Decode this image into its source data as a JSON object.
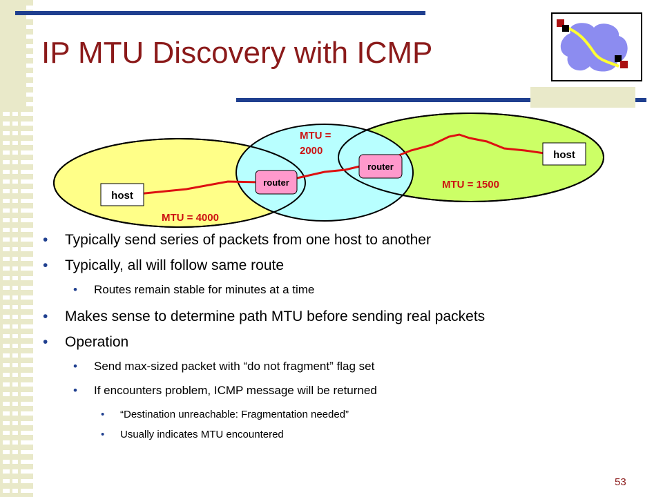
{
  "slide": {
    "title": "IP MTU Discovery with ICMP",
    "page_number": "53"
  },
  "diagram": {
    "host_left": "host",
    "host_right": "host",
    "router_left": "router",
    "router_right": "router",
    "mtu_left": "MTU = 4000",
    "mtu_middle_line1": "MTU =",
    "mtu_middle_line2": "2000",
    "mtu_right": "MTU = 1500"
  },
  "bullets": [
    {
      "text": "Typically send series of packets from one host to another",
      "level": 1
    },
    {
      "text": "Typically, all will follow same route",
      "level": 1
    },
    {
      "text": "Routes remain stable for minutes at a time",
      "level": 2
    },
    {
      "text": "Makes sense to determine path MTU before sending real packets",
      "level": 1
    },
    {
      "text": "Operation",
      "level": 1
    },
    {
      "text": "Send max-sized packet with “do not fragment” flag set",
      "level": 2
    },
    {
      "text": "If encounters problem, ICMP message will be returned",
      "level": 2
    },
    {
      "text": "“Destination unreachable: Fragmentation needed”",
      "level": 3
    },
    {
      "text": "Usually indicates MTU encountered",
      "level": 3
    }
  ],
  "colors": {
    "title": "#8b1a1a",
    "accent_bar": "#1f3f8f",
    "network_left": "#ffff88",
    "network_middle": "#b8ffff",
    "network_right": "#ccff66",
    "router_fill": "#ff99cc",
    "path_line": "#dd1111"
  }
}
